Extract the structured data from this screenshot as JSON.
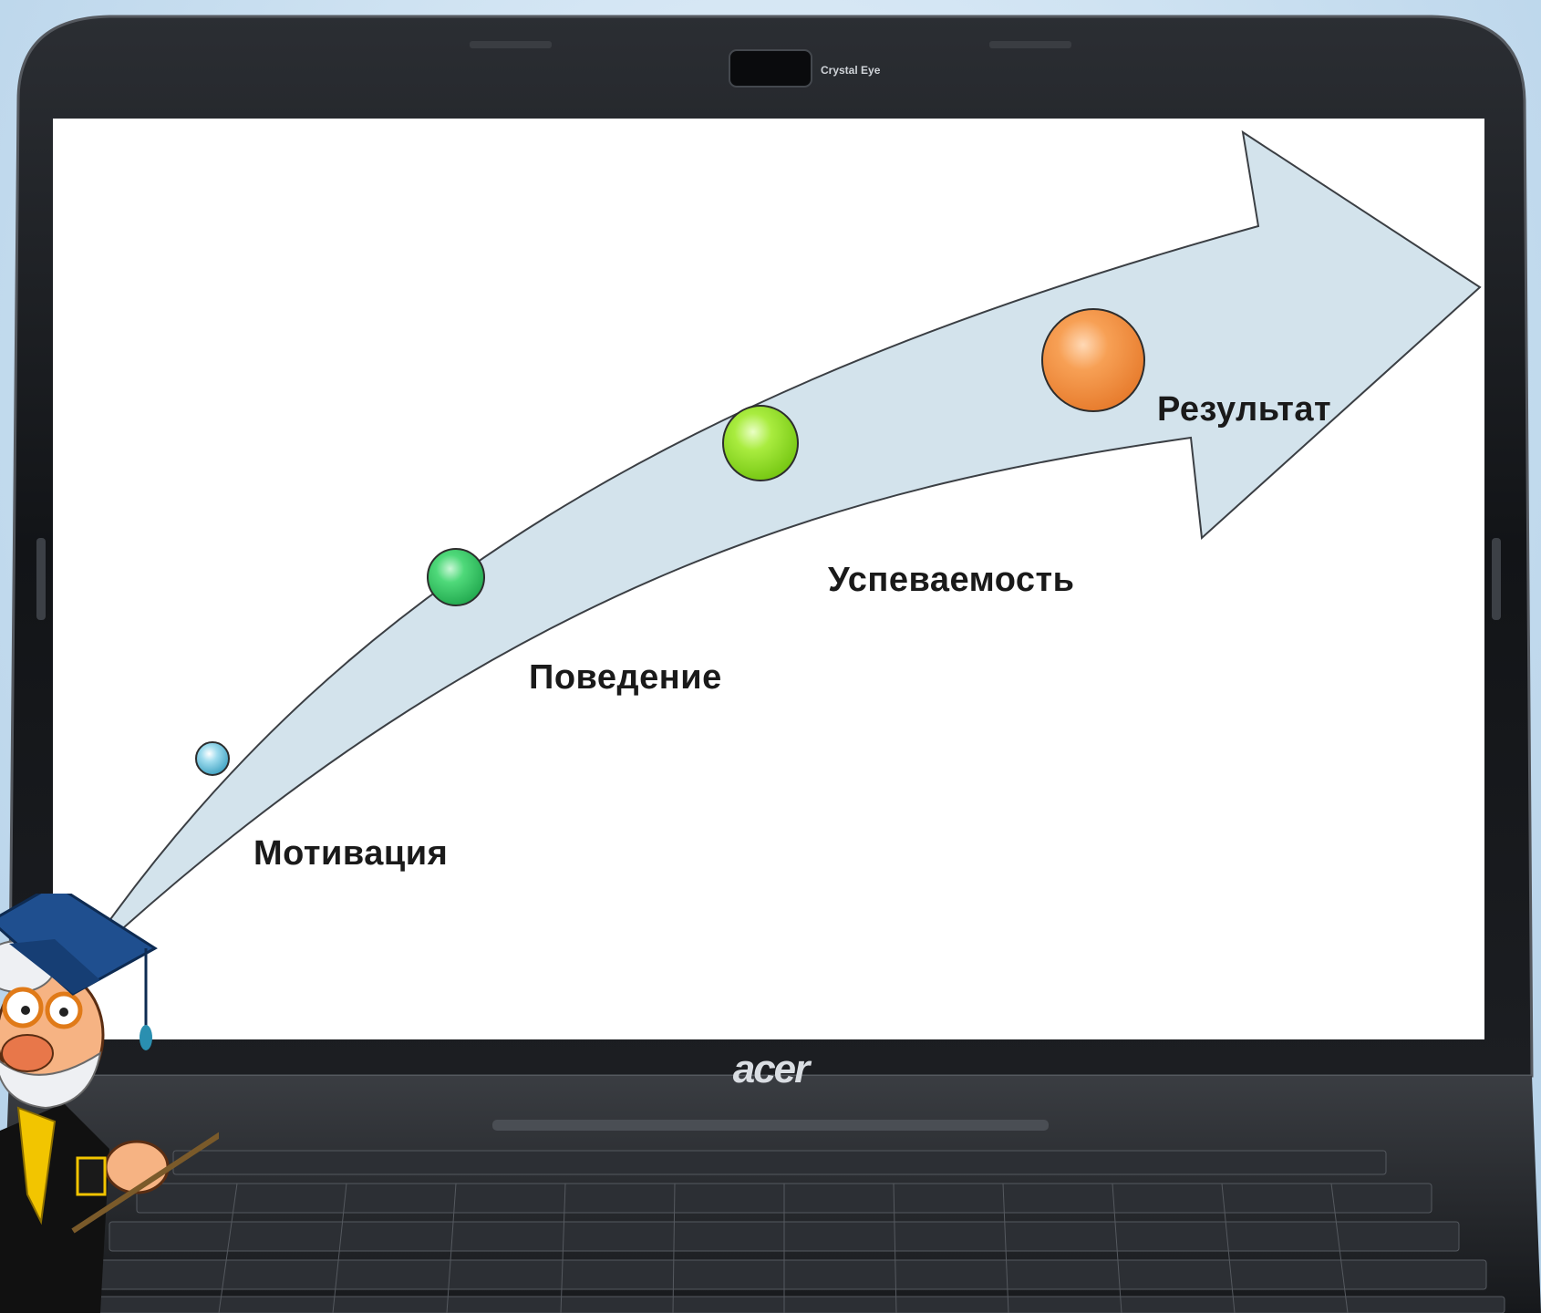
{
  "laptop": {
    "brand": "acer",
    "webcam_label": "Crystal Eye"
  },
  "diagram": {
    "arrow_color": "#d3e3ec",
    "stages": [
      {
        "label": "Мотивация",
        "color": "#6fc4dc"
      },
      {
        "label": "Поведение",
        "color": "#3fcf6a"
      },
      {
        "label": "Успеваемость",
        "color": "#9be336"
      },
      {
        "label": "Результат",
        "color": "#f5974a"
      }
    ]
  },
  "mascot": {
    "name": "professor-owl-character",
    "cap_color": "#1f4f8f",
    "tassel_color": "#2a8fb0",
    "tie_color": "#f2c500"
  }
}
